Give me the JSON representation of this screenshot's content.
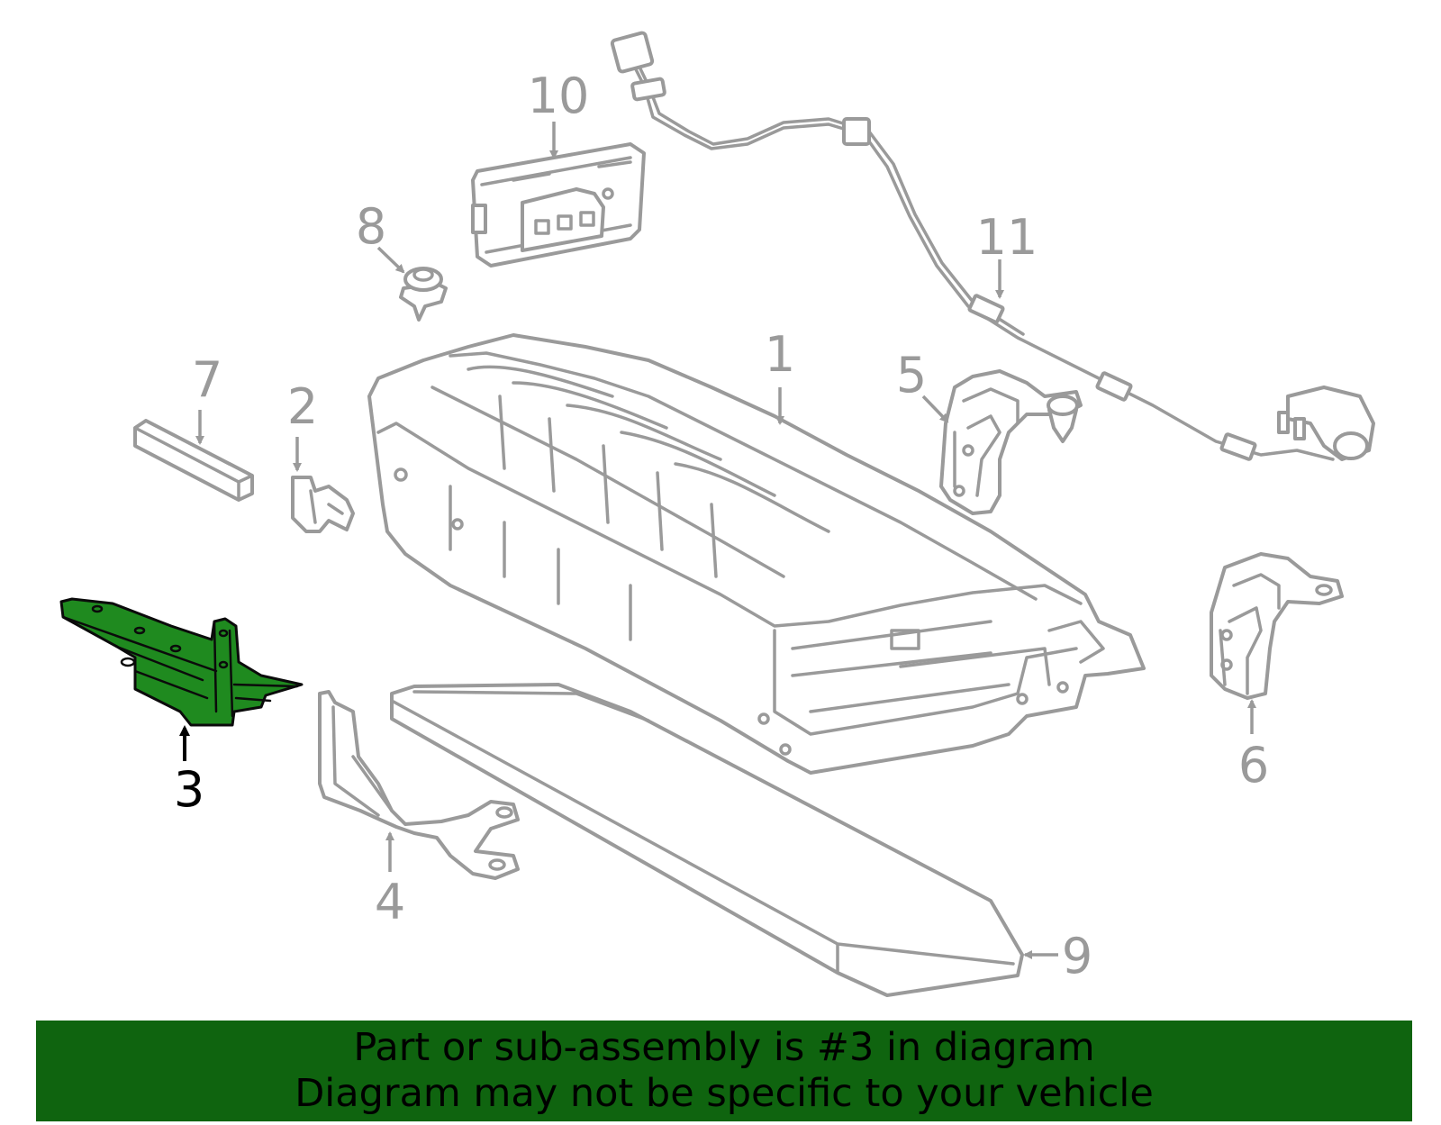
{
  "callouts": [
    {
      "id": "1",
      "label": "1"
    },
    {
      "id": "2",
      "label": "2"
    },
    {
      "id": "3",
      "label": "3",
      "highlighted": true
    },
    {
      "id": "4",
      "label": "4"
    },
    {
      "id": "5",
      "label": "5"
    },
    {
      "id": "6",
      "label": "6"
    },
    {
      "id": "7",
      "label": "7"
    },
    {
      "id": "8",
      "label": "8"
    },
    {
      "id": "9",
      "label": "9"
    },
    {
      "id": "10",
      "label": "10"
    },
    {
      "id": "11",
      "label": "11"
    }
  ],
  "banner": {
    "line1": "Part or sub-assembly is #3 in diagram",
    "line2": "Diagram may not be specific to your vehicle"
  },
  "colors": {
    "highlight_part": "#1f8a1f",
    "banner_background": "#0f640f",
    "outline_gray": "#9a9a9a",
    "text_highlight": "#000000"
  }
}
